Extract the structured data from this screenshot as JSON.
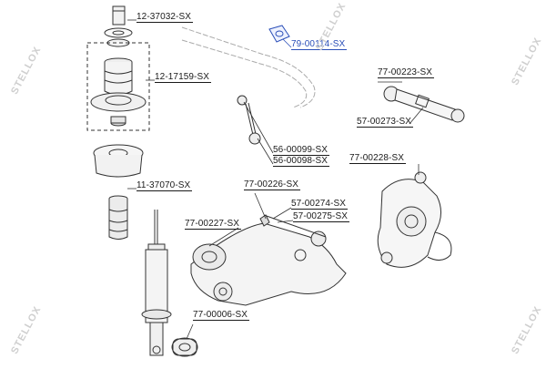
{
  "parts": [
    {
      "id": "p1",
      "label": "12-37032-SX",
      "highlight": false
    },
    {
      "id": "p2",
      "label": "12-17159-SX",
      "highlight": false
    },
    {
      "id": "p3",
      "label": "11-37070-SX",
      "highlight": false
    },
    {
      "id": "p4",
      "label": "79-00114-SX",
      "highlight": true
    },
    {
      "id": "p5",
      "label": "56-00099-SX",
      "highlight": false
    },
    {
      "id": "p6",
      "label": "56-00098-SX",
      "highlight": false
    },
    {
      "id": "p7",
      "label": "77-00223-SX",
      "highlight": false
    },
    {
      "id": "p8",
      "label": "57-00273-SX",
      "highlight": false
    },
    {
      "id": "p9",
      "label": "77-00228-SX",
      "highlight": false
    },
    {
      "id": "p10",
      "label": "77-00226-SX",
      "highlight": false
    },
    {
      "id": "p11",
      "label": "57-00274-SX",
      "highlight": false
    },
    {
      "id": "p12",
      "label": "57-00275-SX",
      "highlight": false
    },
    {
      "id": "p13",
      "label": "77-00227-SX",
      "highlight": false
    },
    {
      "id": "p14",
      "label": "77-00006-SX",
      "highlight": false
    }
  ],
  "watermark": "STELLOX",
  "colors": {
    "label_text": "#1a1a1a",
    "highlight": "#2b4fb8",
    "line": "#333333",
    "watermark": "#cfcfcf"
  }
}
